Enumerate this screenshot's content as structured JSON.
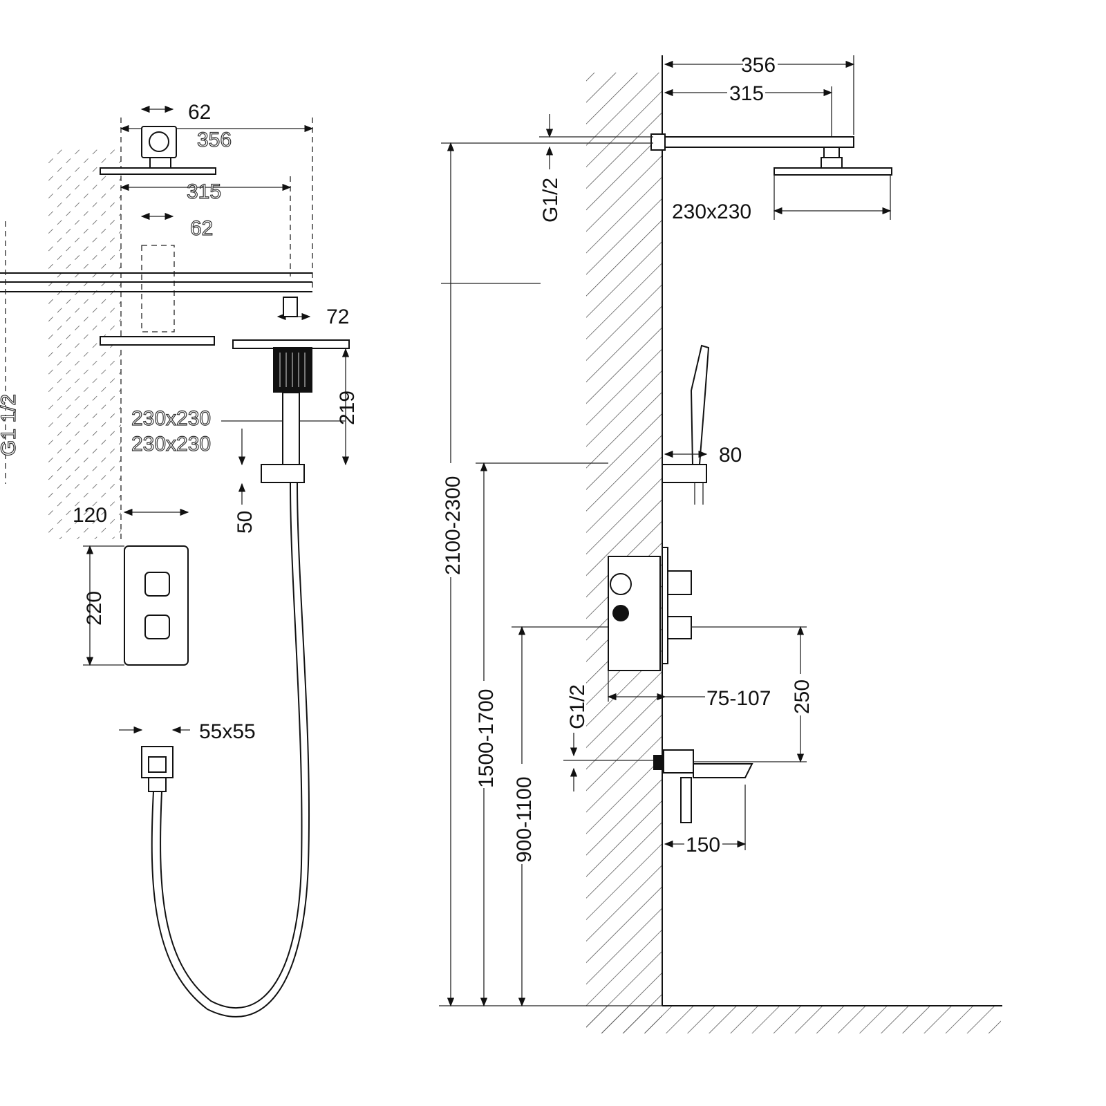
{
  "left_view": {
    "dims": {
      "flange_width": "62",
      "arm_length_ghost": "356",
      "arm_reach_ghost": "315",
      "flange_width_ghost": "62",
      "head_size_ghost": "230x230",
      "inlet_ghost": "G1 1/2",
      "handshower_width": "72",
      "handshower_length": "219",
      "holder_offset": "50",
      "plate_width": "120",
      "plate_height": "220",
      "outlet_size": "55x55"
    }
  },
  "side_view": {
    "dims": {
      "arm_length": "356",
      "arm_reach": "315",
      "top_inlet": "G1/2",
      "head_size": "230x230",
      "holder_projection": "80",
      "head_height": "2100-2300",
      "holder_height": "1500-1700",
      "spout_height": "900-1100",
      "box_depth": "75-107",
      "valve_to_spout": "250",
      "spout_inlet": "G1/2",
      "spout_projection": "150"
    }
  },
  "colors": {
    "line": "#111111",
    "background": "#ffffff"
  }
}
